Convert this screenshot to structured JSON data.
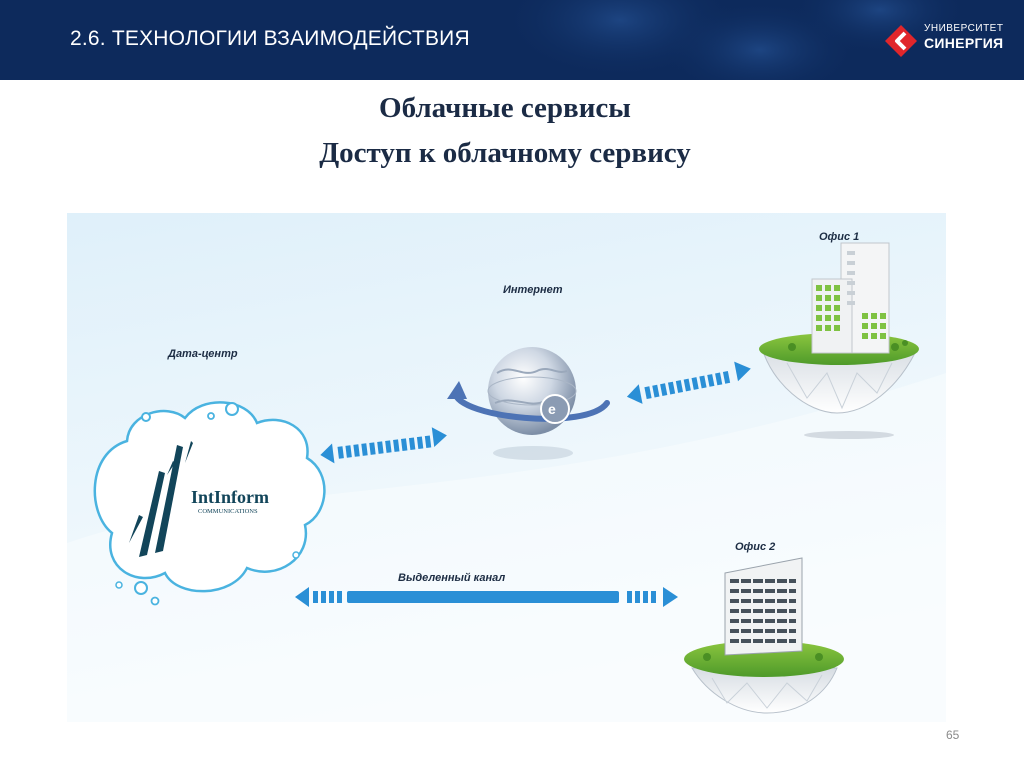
{
  "header": {
    "title": "2.6. ТЕХНОЛОГИИ ВЗАИМОДЕЙСТВИЯ",
    "logo_line1": "УНИВЕРСИТЕТ",
    "logo_line2": "СИНЕРГИЯ"
  },
  "slide": {
    "title_line1": "Облачные сервисы",
    "title_line2": "Доступ к облачному сервису",
    "page_number": "65"
  },
  "diagram": {
    "datacenter_label": "Дата-центр",
    "internet_label": "Интернет",
    "office1_label": "Офис 1",
    "office2_label": "Офис 2",
    "channel_label": "Выделенный канал",
    "company_name": "IntInform",
    "company_sub": "COMMUNICATIONS"
  },
  "colors": {
    "header_bg": "#0d2a5c",
    "accent_red": "#e0262b",
    "arrow_blue": "#2a8fd6",
    "cloud_stroke": "#4ab3e0",
    "grass_green": "#5fa82e"
  }
}
